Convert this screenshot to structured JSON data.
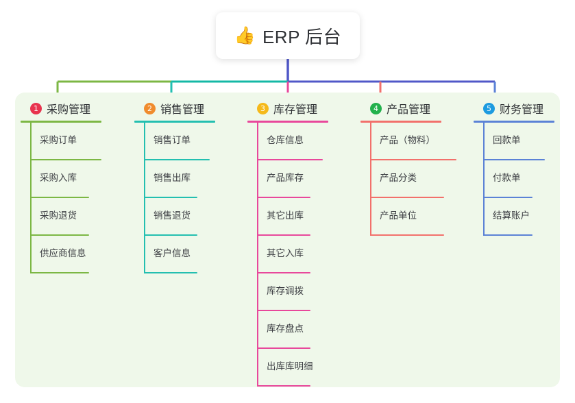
{
  "root": {
    "icon": "thumbs-up-icon",
    "icon_glyph": "👍",
    "title": "ERP 后台"
  },
  "colors": {
    "panel_bg": "#eff8ea",
    "root_bg": "#ffffff",
    "bus_left": "#7cb744",
    "bus_mid": "#14b8a6",
    "bus_right": "#5058c8",
    "branch_1": "#7cb744",
    "branch_2": "#23bfb0",
    "branch_3": "#e8489b",
    "branch_4": "#f2706b",
    "branch_5": "#5b82d6",
    "badge_1": "#e8344e",
    "badge_2": "#f08c2e",
    "badge_3": "#f5b91a",
    "badge_4": "#22b14c",
    "badge_5": "#1c9be0",
    "title_text": "#2f3135",
    "item_text": "#3b3d42"
  },
  "columns": [
    {
      "number": "1",
      "title": "采购管理",
      "badge_color": "#e8344e",
      "line_color": "#7cb744",
      "items": [
        "采购订单",
        "采购入库",
        "采购退货",
        "供应商信息"
      ]
    },
    {
      "number": "2",
      "title": "销售管理",
      "badge_color": "#f08c2e",
      "line_color": "#23bfb0",
      "items": [
        "销售订单",
        "销售出库",
        "销售退货",
        "客户信息"
      ]
    },
    {
      "number": "3",
      "title": "库存管理",
      "badge_color": "#f5b91a",
      "line_color": "#e8489b",
      "items": [
        "仓库信息",
        "产品库存",
        "其它出库",
        "其它入库",
        "库存调拨",
        "库存盘点",
        "出库库明细"
      ]
    },
    {
      "number": "4",
      "title": "产品管理",
      "badge_color": "#22b14c",
      "line_color": "#f2706b",
      "items": [
        "产品（物料）",
        "产品分类",
        "产品单位"
      ]
    },
    {
      "number": "5",
      "title": "财务管理",
      "badge_color": "#1c9be0",
      "line_color": "#5b82d6",
      "items": [
        "回款单",
        "付款单",
        "结算账户"
      ]
    }
  ]
}
